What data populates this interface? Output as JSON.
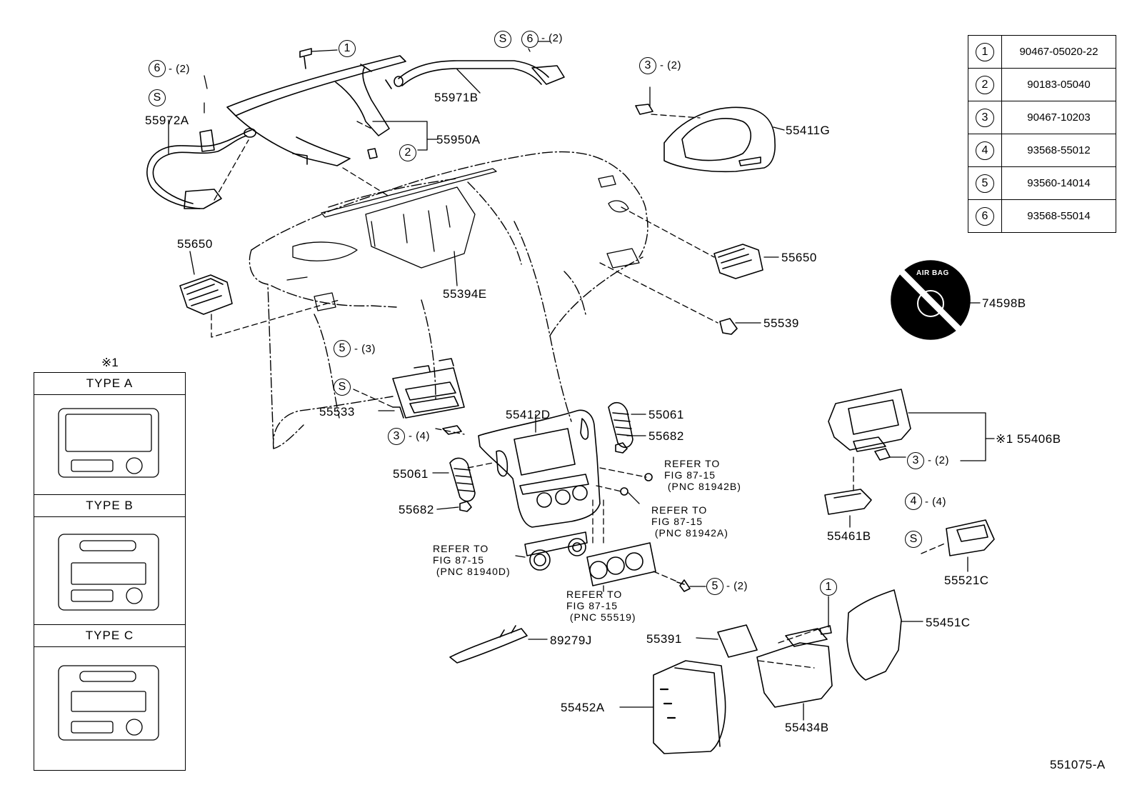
{
  "diagram_id": "551075-A",
  "callouts": {
    "c1_top": "1",
    "c6_left": "6",
    "c6_left_qty": "- (2)",
    "s_left": "S",
    "s_top": "S",
    "c6_top": "6",
    "c6_top_qty": "- (2)",
    "c2": "2",
    "c3_top": "3",
    "c3_top_qty": "- (2)",
    "c5_mid": "5",
    "c5_mid_qty": "- (3)",
    "s_mid": "S",
    "c3_mid": "3",
    "c3_mid_qty": "- (4)",
    "c3_right": "3",
    "c3_right_qty": "- (2)",
    "c4_right": "4",
    "c4_right_qty": "- (4)",
    "s_right": "S",
    "c5_low": "5",
    "c5_low_qty": "- (2)",
    "c1_low": "1"
  },
  "part_labels": {
    "p55971B": "55971B",
    "p55972A": "55972A",
    "p55950A": "55950A",
    "p55411G": "55411G",
    "p55650_left": "55650",
    "p55650_right": "55650",
    "p55394E": "55394E",
    "p55539": "55539",
    "p74598B": "74598B",
    "p55533": "55533",
    "p55412D": "55412D",
    "p55061_top": "55061",
    "p55682_top": "55682",
    "p55061_left": "55061",
    "p55682_left": "55682",
    "p55406B": "※1 55406B",
    "p55461B": "55461B",
    "p55521C": "55521C",
    "p89279J": "89279J",
    "p55391": "55391",
    "p55451C": "55451C",
    "p55452A": "55452A",
    "p55434B": "55434B"
  },
  "refs": {
    "r1": "REFER TO\nFIG 87-15\n (PNC 81942B)",
    "r2": "REFER TO\nFIG 87-15\n (PNC 81942A)",
    "r3": "REFER TO\nFIG 87-15\n (PNC 81940D)",
    "r4": "REFER TO\nFIG 87-15\n (PNC 55519)"
  },
  "parts_table": [
    {
      "key": "1",
      "part": "90467-05020-22"
    },
    {
      "key": "2",
      "part": "90183-05040"
    },
    {
      "key": "3",
      "part": "90467-10203"
    },
    {
      "key": "4",
      "part": "93568-55012"
    },
    {
      "key": "5",
      "part": "93560-14014"
    },
    {
      "key": "6",
      "part": "93568-55014"
    }
  ],
  "type_panel": {
    "title": "※1",
    "types": [
      "TYPE A",
      "TYPE B",
      "TYPE C"
    ]
  },
  "badge_text": "AIR BAG"
}
